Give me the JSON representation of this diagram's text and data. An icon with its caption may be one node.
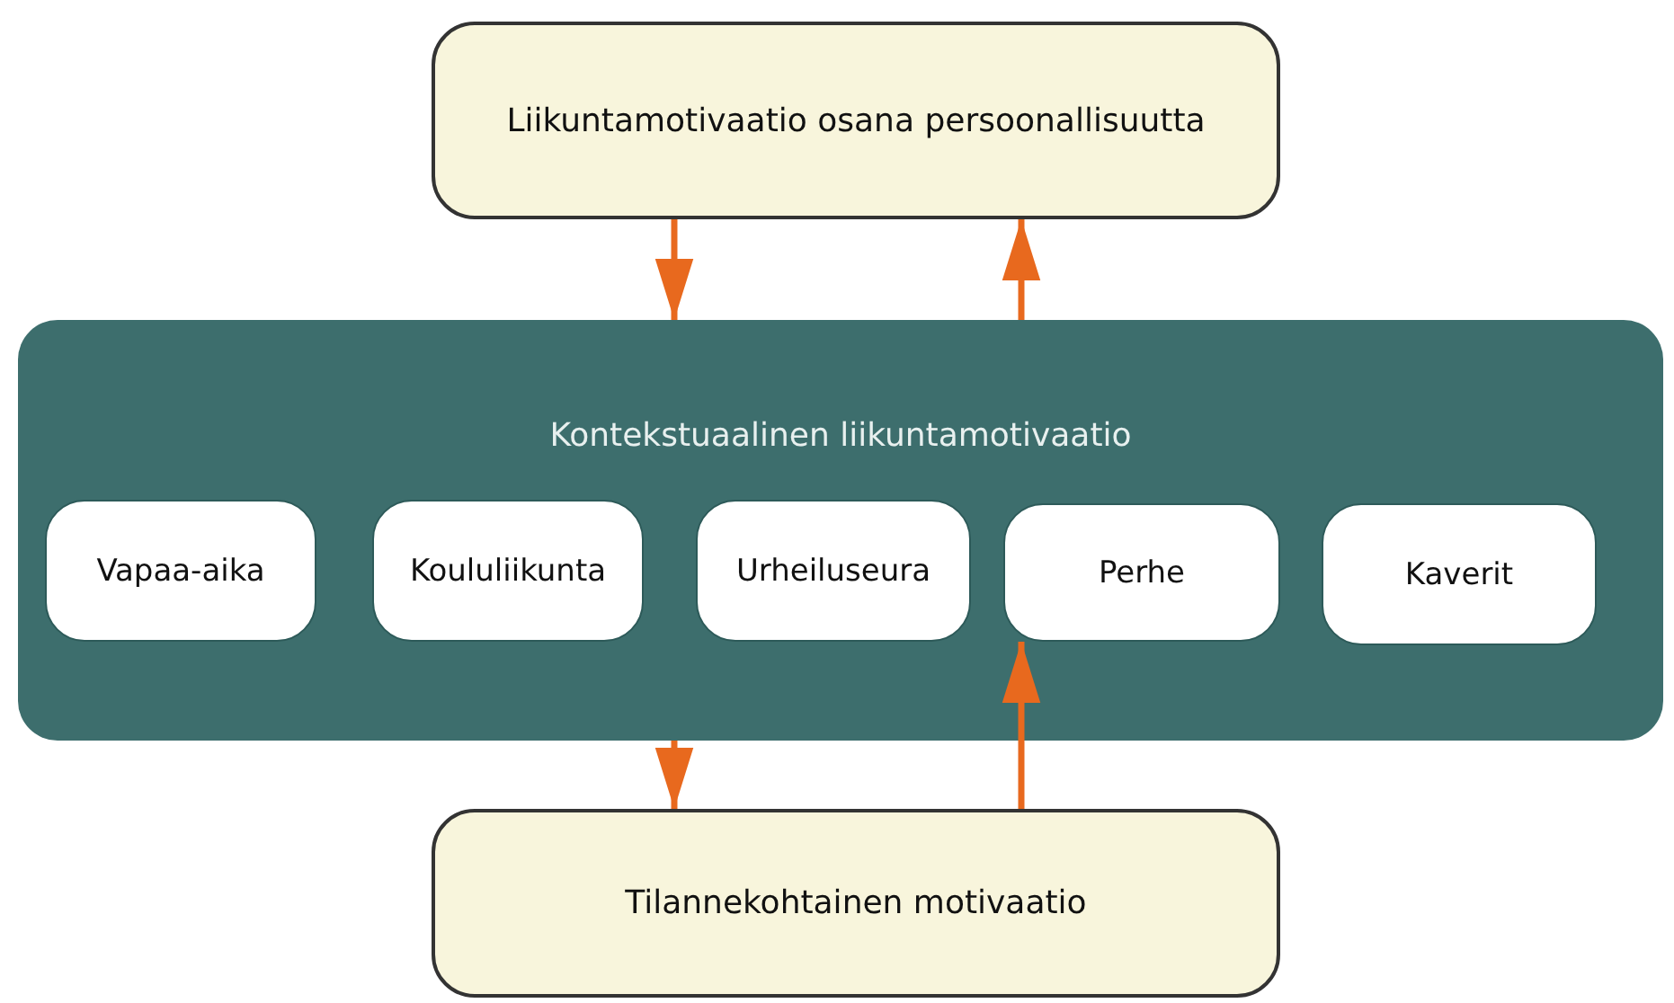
{
  "diagram": {
    "nodes": [
      {
        "text": [
          "Liikuntamotivaatio osana persoonallisuutta"
        ]
      },
      {
        "text": [
          "Kontekstuaalinen liikuntamotivaatio"
        ]
      },
      {
        "text": [
          "Vapaa-aika"
        ],
        "in": 1
      },
      {
        "text": [
          "Koululiikunta"
        ],
        "in": 1
      },
      {
        "text": [
          "Urheiluseura"
        ],
        "in": 1
      },
      {
        "text": [
          "Perhe"
        ],
        "in": 1
      },
      {
        "text": [
          "Kaverit"
        ],
        "in": 1
      },
      {
        "text": [
          "Tilannekohtainen motivaatio"
        ]
      }
    ],
    "edges": [
      {
        "from": 0,
        "to": 1,
        "arrow": "to"
      },
      {
        "from": 1,
        "to": 0,
        "arrow": "to"
      },
      {
        "from": 1,
        "to": 7,
        "arrow": "to"
      },
      {
        "from": 7,
        "to": 5,
        "arrow": "to"
      }
    ]
  }
}
